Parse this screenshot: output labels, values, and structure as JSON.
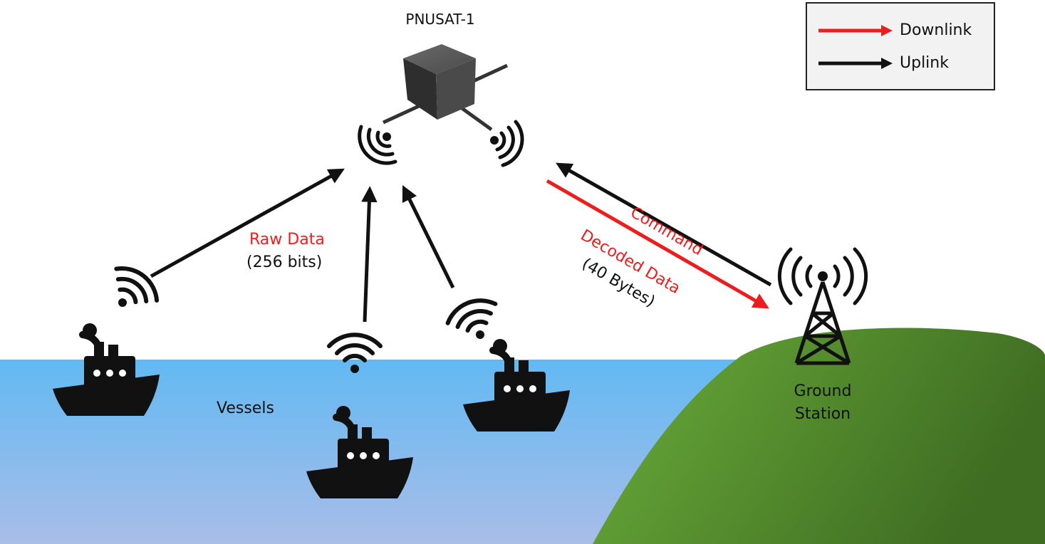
{
  "satellite": {
    "name": "PNUSAT-1"
  },
  "legend": {
    "downlink": {
      "label": "Downlink",
      "color": "#ee1c1c"
    },
    "uplink": {
      "label": "Uplink",
      "color": "#111111"
    }
  },
  "links": {
    "raw_data": {
      "title": "Raw Data",
      "detail": "(256 bits)"
    },
    "command": {
      "title": "Command"
    },
    "decoded_data": {
      "title": "Decoded Data",
      "detail": "(40 Bytes)"
    }
  },
  "vessels": {
    "label": "Vessels"
  },
  "ground_station": {
    "line1": "Ground",
    "line2": "Station"
  },
  "colors": {
    "sea_top": "#62b9f2",
    "sea_bottom": "#a9bde8",
    "land_light": "#6bad3a",
    "land_dark": "#3f6d22"
  }
}
